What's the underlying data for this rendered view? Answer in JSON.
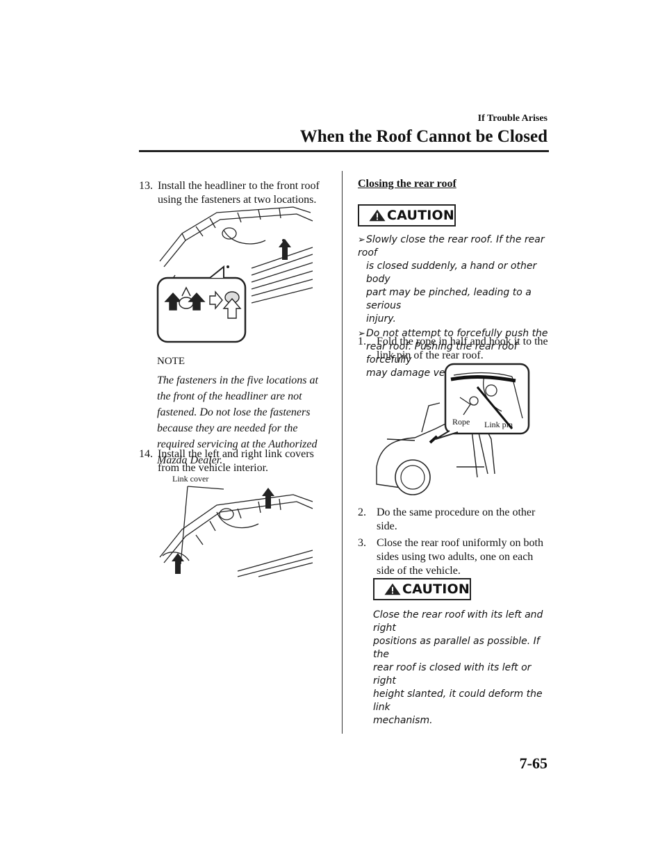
{
  "header": {
    "section": "If Trouble Arises",
    "title": "When the Roof Cannot be Closed"
  },
  "left": {
    "step13": {
      "num": "13.",
      "line1": "Install the headliner to the front roof",
      "line2": "using the fasteners at two locations."
    },
    "note_title": "NOTE",
    "note_lines": [
      "The fasteners in the five locations at",
      "the front of the headliner are not",
      "fastened. Do not lose the fasteners",
      "because they are needed for the",
      "required servicing at the Authorized",
      "Mazda Dealer."
    ],
    "step14": {
      "num": "14.",
      "line1": "Install the left and right link covers",
      "line2": "from the vehicle interior."
    },
    "link_cover_label": "Link cover"
  },
  "right": {
    "subheading": "Closing the rear roof",
    "caution_label": "CAUTION",
    "caution_items": [
      [
        "Slowly close the rear roof. If the rear roof",
        "is closed suddenly, a hand or other body",
        "part may be pinched, leading to a serious",
        "injury."
      ],
      [
        "Do not attempt to forcefully push the",
        "rear roof. Pushing the rear roof forcefully",
        "may damage vehicle parts."
      ]
    ],
    "step1": {
      "num": "1.",
      "line1": "Fold the rope in half and hook it to the",
      "line2": "link pin of the rear roof."
    },
    "rope_label": "Rope",
    "link_pin_label": "Link pin",
    "step2": {
      "num": "2.",
      "line1": "Do the same procedure on the other",
      "line2": "side."
    },
    "step3": {
      "num": "3.",
      "line1": "Close the rear roof uniformly on both",
      "line2": "sides using two adults, one on each",
      "line3": "side of the vehicle."
    },
    "caution2_label": "CAUTION",
    "caution2_lines": [
      "Close the rear roof with its left and right",
      "positions as parallel as possible. If the",
      "rear roof is closed with its left or right",
      "height slanted, it could deform the link",
      "mechanism."
    ]
  },
  "footer": {
    "page": "7-65"
  }
}
